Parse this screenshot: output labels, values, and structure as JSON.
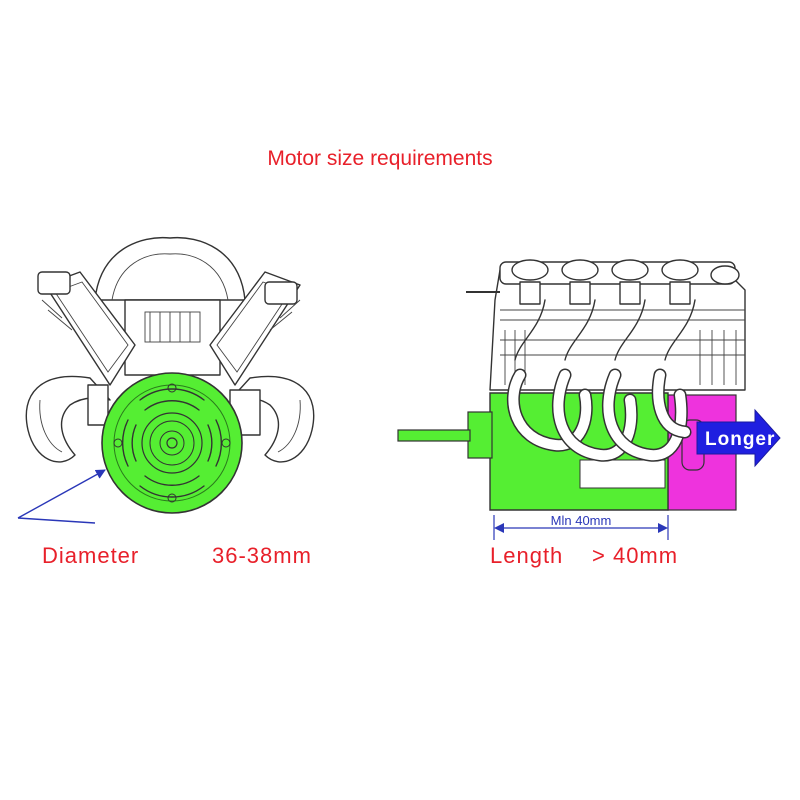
{
  "title": "Motor size requirements",
  "diameter": {
    "label": "Diameter",
    "value": "36-38mm"
  },
  "length": {
    "label": "Length",
    "value": "> 40mm"
  },
  "min_dimension": "Mln 40mm",
  "longer_label": "Longer",
  "colors": {
    "text_red": "#e8202a",
    "motor_green": "#55ee33",
    "extension_magenta": "#ee33dd",
    "arrow_blue": "#1f1fe0",
    "dimension_blue": "#2a37b8"
  },
  "icons": {
    "left_figure": "engine-front-view-icon",
    "right_figure": "engine-side-view-icon",
    "arrow": "longer-arrow-icon"
  }
}
